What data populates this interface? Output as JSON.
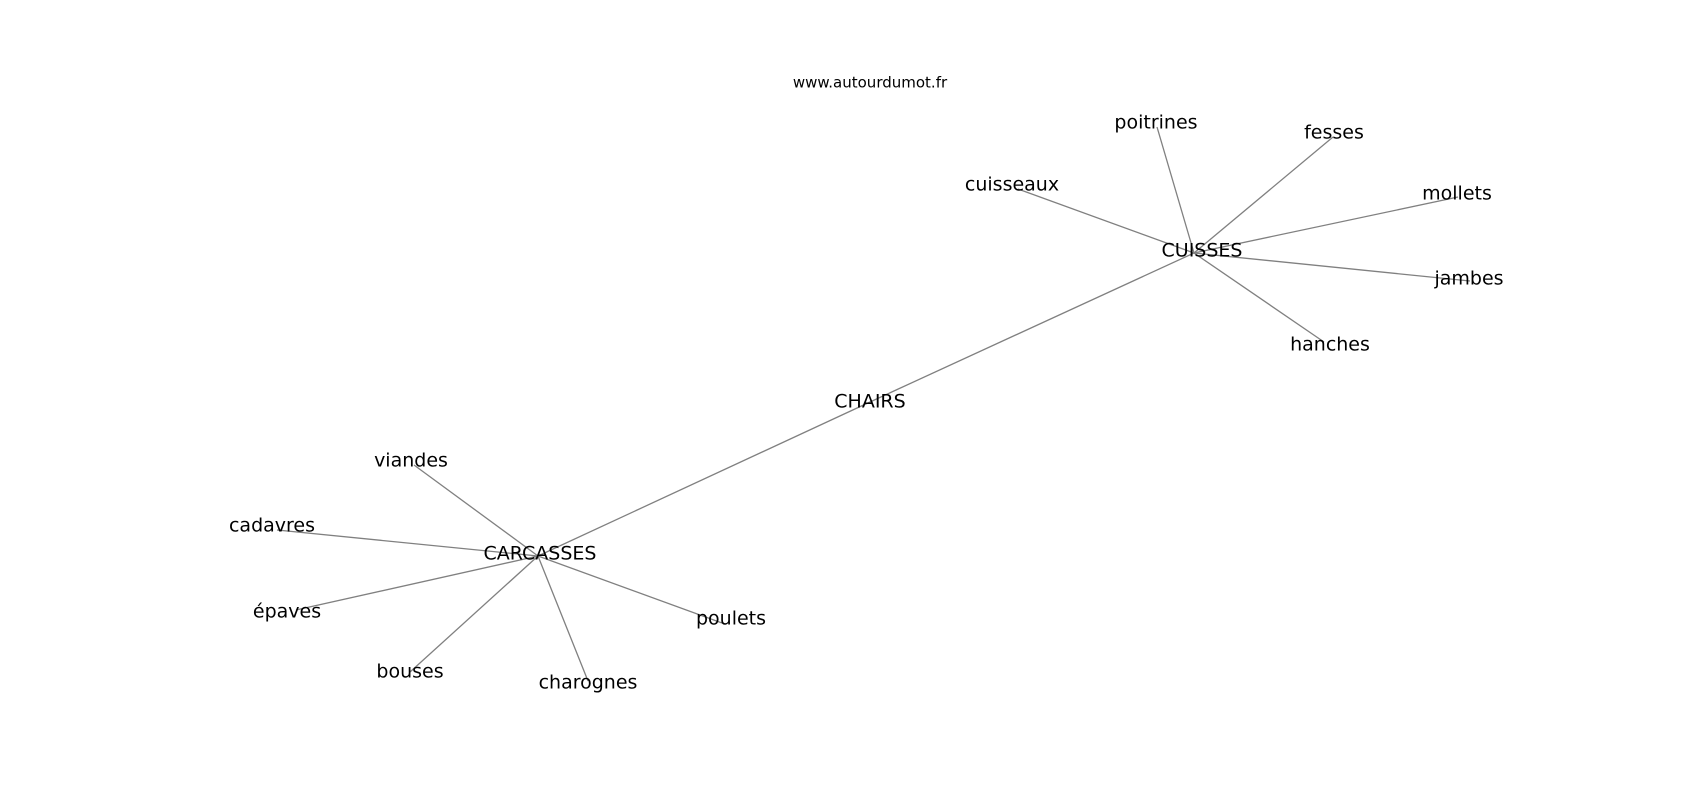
{
  "caption": "www.autourdumot.fr",
  "nodes": [
    {
      "id": "chairs",
      "label": "CHAIRS"
    },
    {
      "id": "cuisses",
      "label": "CUISSES"
    },
    {
      "id": "carcasses",
      "label": "CARCASSES"
    },
    {
      "id": "poitrines",
      "label": "poitrines"
    },
    {
      "id": "fesses",
      "label": "fesses"
    },
    {
      "id": "cuisseaux",
      "label": "cuisseaux"
    },
    {
      "id": "mollets",
      "label": "mollets"
    },
    {
      "id": "jambes",
      "label": "jambes"
    },
    {
      "id": "hanches",
      "label": "hanches"
    },
    {
      "id": "viandes",
      "label": "viandes"
    },
    {
      "id": "cadavres",
      "label": "cadavres"
    },
    {
      "id": "epaves",
      "label": "épaves"
    },
    {
      "id": "bouses",
      "label": "bouses"
    },
    {
      "id": "charognes",
      "label": "charognes"
    },
    {
      "id": "poulets",
      "label": "poulets"
    }
  ],
  "edges": [
    [
      "chairs",
      "cuisses"
    ],
    [
      "chairs",
      "carcasses"
    ],
    [
      "cuisses",
      "poitrines"
    ],
    [
      "cuisses",
      "fesses"
    ],
    [
      "cuisses",
      "cuisseaux"
    ],
    [
      "cuisses",
      "mollets"
    ],
    [
      "cuisses",
      "jambes"
    ],
    [
      "cuisses",
      "hanches"
    ],
    [
      "carcasses",
      "viandes"
    ],
    [
      "carcasses",
      "cadavres"
    ],
    [
      "carcasses",
      "epaves"
    ],
    [
      "carcasses",
      "bouses"
    ],
    [
      "carcasses",
      "charognes"
    ],
    [
      "carcasses",
      "poulets"
    ]
  ]
}
